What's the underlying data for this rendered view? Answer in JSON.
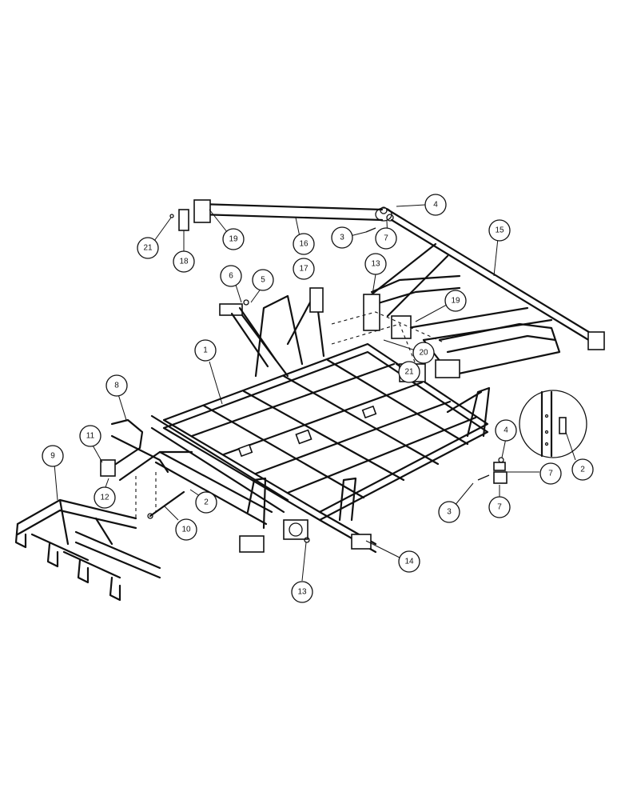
{
  "callouts": [
    {
      "id": "c1",
      "label": "1"
    },
    {
      "id": "c2a",
      "label": "2"
    },
    {
      "id": "c2b",
      "label": "2"
    },
    {
      "id": "c3a",
      "label": "3"
    },
    {
      "id": "c3b",
      "label": "3"
    },
    {
      "id": "c4a",
      "label": "4"
    },
    {
      "id": "c4b",
      "label": "4"
    },
    {
      "id": "c5",
      "label": "5"
    },
    {
      "id": "c6",
      "label": "6"
    },
    {
      "id": "c7a",
      "label": "7"
    },
    {
      "id": "c7b",
      "label": "7"
    },
    {
      "id": "c7c",
      "label": "7"
    },
    {
      "id": "c8",
      "label": "8"
    },
    {
      "id": "c9",
      "label": "9"
    },
    {
      "id": "c10",
      "label": "10"
    },
    {
      "id": "c11",
      "label": "11"
    },
    {
      "id": "c12",
      "label": "12"
    },
    {
      "id": "c13a",
      "label": "13"
    },
    {
      "id": "c13b",
      "label": "13"
    },
    {
      "id": "c14",
      "label": "14"
    },
    {
      "id": "c15",
      "label": "15"
    },
    {
      "id": "c16",
      "label": "16"
    },
    {
      "id": "c17",
      "label": "17"
    },
    {
      "id": "c18",
      "label": "18"
    },
    {
      "id": "c19a",
      "label": "19"
    },
    {
      "id": "c19b",
      "label": "19"
    },
    {
      "id": "c20",
      "label": "20"
    },
    {
      "id": "c21a",
      "label": "21"
    },
    {
      "id": "c21b",
      "label": "21"
    }
  ]
}
